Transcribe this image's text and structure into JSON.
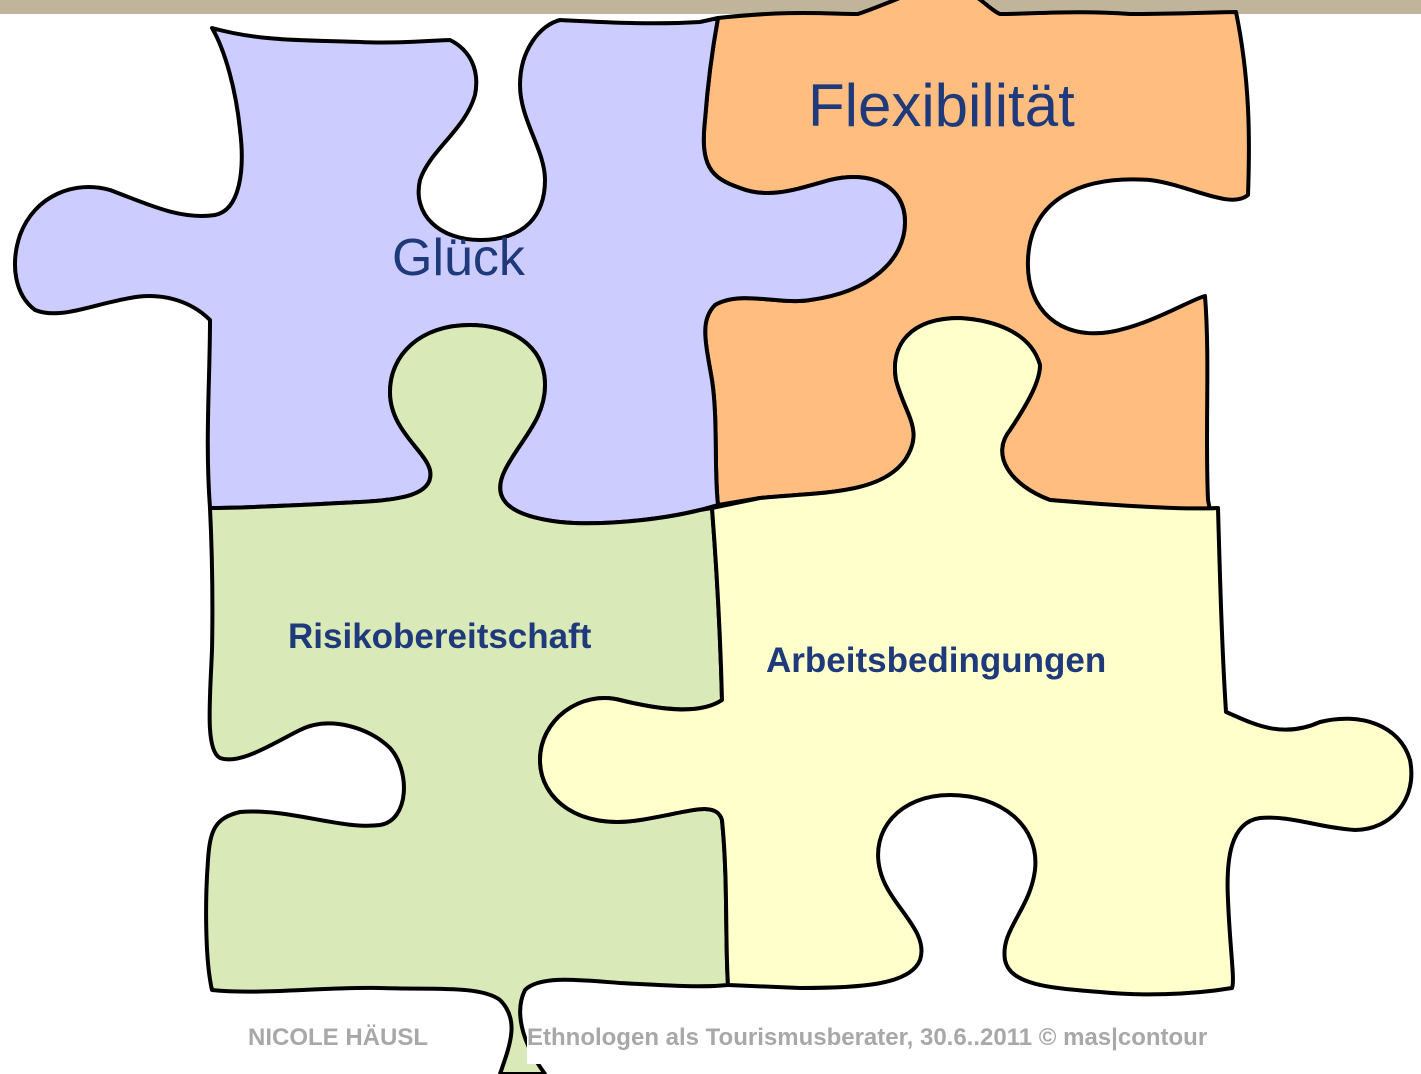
{
  "colors": {
    "top_band": "#c0b49a",
    "glueck_fill": "#ccccff",
    "flex_fill": "#ffbd80",
    "risk_fill": "#d9e9b7",
    "arbeit_fill": "#ffffcc",
    "label_text": "#1f3a7a",
    "footer_text": "#a8a8a8"
  },
  "pieces": {
    "glueck": {
      "label": "Glück"
    },
    "flexibilitaet": {
      "label": "Flexibilität"
    },
    "risikobereitschaft": {
      "label": "Risikobereitschaft"
    },
    "arbeitsbedingungen": {
      "label": "Arbeitsbedingungen"
    }
  },
  "footer": {
    "author": "NICOLE HÄUSL",
    "text": "Ethnologen als Tourismusberater, 30.6..2011 © mas|contour"
  }
}
